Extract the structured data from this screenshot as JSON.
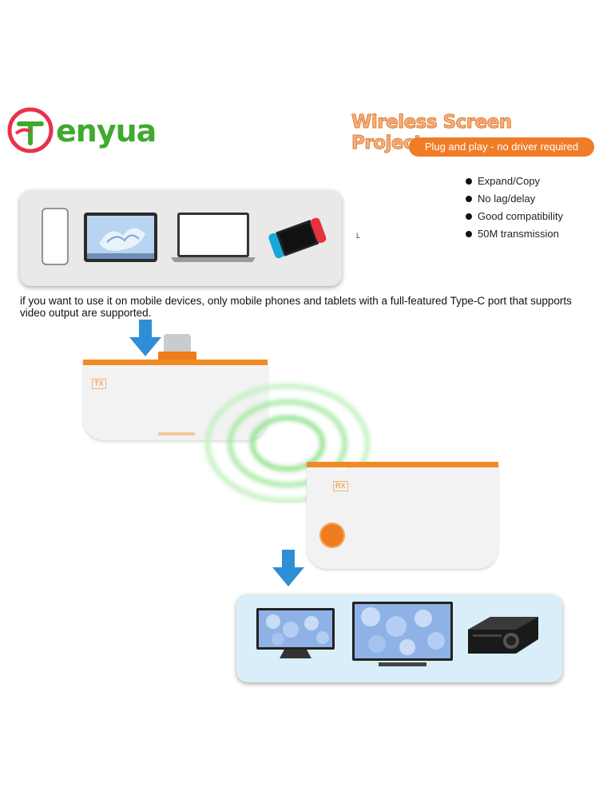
{
  "brand": {
    "name": "enyua"
  },
  "header": {
    "title": "Wireless Screen Projector",
    "subtitle": "Plug and play - no driver required"
  },
  "features": [
    "Expand/Copy",
    "No lag/delay",
    "Good compatibility",
    "50M transmission"
  ],
  "source_devices": [
    "phone",
    "tablet",
    "laptop",
    "game-console"
  ],
  "tiny_mark": "L",
  "note": "if you want to use it on mobile devices, only mobile phones and tablets with a full-featured Type-C port that supports video output are supported.",
  "transmitter": {
    "label": "TX"
  },
  "receiver": {
    "label": "RX"
  },
  "output_devices": [
    "monitor",
    "television",
    "projector"
  ],
  "colors": {
    "accent": "#f07c1e",
    "brand_green": "#3faa2e",
    "brand_red": "#e8324b",
    "signal_green": "#8ee08a"
  }
}
